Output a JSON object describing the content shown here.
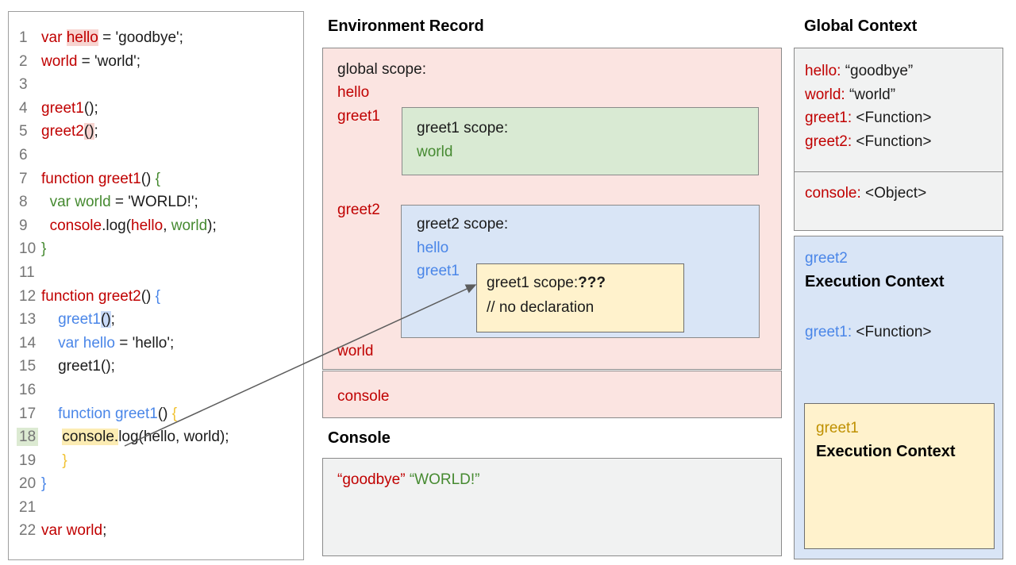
{
  "colors": {
    "red_text": "#c00000",
    "blue_text": "#4a86e8",
    "green_text": "#468a31",
    "gold_text": "#f1c232",
    "pink_fill": "#fbe4e1",
    "green_fill": "#d9ead3",
    "blue_fill": "#d9e5f6",
    "yellow_fill": "#fff2cc",
    "gray_fill": "#f1f2f2"
  },
  "code": {
    "lines": [
      {
        "n": "1",
        "t": [
          {
            "s": "var ",
            "c": "red"
          },
          {
            "s": "hello",
            "c": "red",
            "h": "pink"
          },
          {
            "s": " = 'goodbye';",
            "c": "black"
          }
        ]
      },
      {
        "n": "2",
        "t": [
          {
            "s": "world",
            "c": "red"
          },
          {
            "s": " = 'world';",
            "c": "black"
          }
        ]
      },
      {
        "n": "3",
        "t": []
      },
      {
        "n": "4",
        "t": [
          {
            "s": "greet1",
            "c": "red"
          },
          {
            "s": "();",
            "c": "black"
          }
        ]
      },
      {
        "n": "5",
        "t": [
          {
            "s": "greet2",
            "c": "red"
          },
          {
            "s": "()",
            "c": "black",
            "h": "pink"
          },
          {
            "s": ";",
            "c": "black"
          }
        ]
      },
      {
        "n": "6",
        "t": []
      },
      {
        "n": "7",
        "t": [
          {
            "s": "function greet1",
            "c": "red"
          },
          {
            "s": "() ",
            "c": "black"
          },
          {
            "s": "{",
            "c": "green"
          }
        ]
      },
      {
        "n": "8",
        "t": [
          {
            "s": "  ",
            "c": "black"
          },
          {
            "s": "var world",
            "c": "green"
          },
          {
            "s": " = 'WORLD!';",
            "c": "black"
          }
        ]
      },
      {
        "n": "9",
        "t": [
          {
            "s": "  ",
            "c": "black"
          },
          {
            "s": "console",
            "c": "red"
          },
          {
            "s": ".log(",
            "c": "black"
          },
          {
            "s": "hello",
            "c": "red"
          },
          {
            "s": ", ",
            "c": "black"
          },
          {
            "s": "world",
            "c": "green"
          },
          {
            "s": ");",
            "c": "black"
          }
        ]
      },
      {
        "n": "10",
        "t": [
          {
            "s": "}",
            "c": "green"
          }
        ]
      },
      {
        "n": "11",
        "t": []
      },
      {
        "n": "12",
        "t": [
          {
            "s": "function greet2",
            "c": "red"
          },
          {
            "s": "() ",
            "c": "black"
          },
          {
            "s": "{",
            "c": "blue"
          }
        ]
      },
      {
        "n": "13",
        "t": [
          {
            "s": "    ",
            "c": "black"
          },
          {
            "s": "greet1",
            "c": "blue"
          },
          {
            "s": "()",
            "c": "black",
            "h": "blue"
          },
          {
            "s": ";",
            "c": "black"
          }
        ]
      },
      {
        "n": "14",
        "t": [
          {
            "s": "    ",
            "c": "black"
          },
          {
            "s": "var hello",
            "c": "blue"
          },
          {
            "s": " = 'hello';",
            "c": "black"
          }
        ]
      },
      {
        "n": "15",
        "t": [
          {
            "s": "    greet1();",
            "c": "black"
          }
        ]
      },
      {
        "n": "16",
        "t": []
      },
      {
        "n": "17",
        "t": [
          {
            "s": "    ",
            "c": "black"
          },
          {
            "s": "function greet1",
            "c": "blue"
          },
          {
            "s": "() ",
            "c": "black"
          },
          {
            "s": "{",
            "c": "gold"
          }
        ]
      },
      {
        "n": "18",
        "nh": "green",
        "t": [
          {
            "s": "     ",
            "c": "black"
          },
          {
            "s": "console.",
            "c": "black",
            "h": "yellow"
          },
          {
            "s": "log(hello, world);",
            "c": "black"
          }
        ]
      },
      {
        "n": "19",
        "t": [
          {
            "s": "     ",
            "c": "black"
          },
          {
            "s": "}",
            "c": "gold"
          }
        ]
      },
      {
        "n": "20",
        "t": [
          {
            "s": "}",
            "c": "blue"
          }
        ]
      },
      {
        "n": "21",
        "t": []
      },
      {
        "n": "22",
        "t": [
          {
            "s": "var world",
            "c": "red"
          },
          {
            "s": ";",
            "c": "black"
          }
        ]
      }
    ]
  },
  "environment_record": {
    "title": "Environment Record",
    "global_scope": {
      "label": "global scope:",
      "var_hello": "hello",
      "var_greet1": "greet1",
      "var_greet2": "greet2",
      "var_world": "world",
      "var_console": "console"
    },
    "greet1_scope": {
      "label": "greet1 scope:",
      "var_world": "world"
    },
    "greet2_scope": {
      "label": "greet2 scope:",
      "var_hello": "hello",
      "var_greet1": "greet1"
    },
    "inner_greet1_scope": {
      "label": "greet1 scope:",
      "question": "???",
      "comment": "// no declaration"
    }
  },
  "console_section": {
    "title": "Console",
    "out_goodbye": "“goodbye”",
    "out_space": " ",
    "out_world": "“WORLD!”"
  },
  "global_context": {
    "title": "Global Context",
    "section1": [
      {
        "k": "hello:",
        "v": " “goodbye”",
        "kc": "red"
      },
      {
        "k": "world:",
        "v": " “world”",
        "kc": "red"
      },
      {
        "k": "greet1:",
        "v": " <Function>",
        "kc": "red"
      },
      {
        "k": "greet2:",
        "v": " <Function>",
        "kc": "red"
      }
    ],
    "section2": [
      {
        "k": "console:",
        "v": " <Object>",
        "kc": "red"
      }
    ]
  },
  "greet2_context": {
    "name": "greet2",
    "label": "Execution Context",
    "entries": [
      {
        "k": "greet1:",
        "v": " <Function>",
        "kc": "blue"
      }
    ],
    "greet1_context": {
      "name": "greet1",
      "label": "Execution Context"
    }
  }
}
